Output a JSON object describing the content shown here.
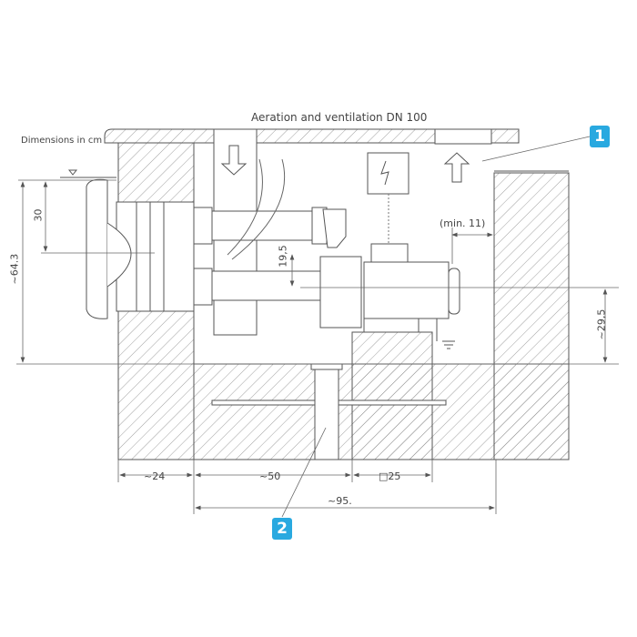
{
  "title": "Aeration and ventilation DN 100",
  "units_note": "Dimensions in cm",
  "dimensions": {
    "total_height": "~64.3",
    "water_to_center": "30",
    "pipe_spacing": "19,5",
    "pump_axis_height": "~29,5",
    "min_clearance": "(min. 11)",
    "wall_width": "~24",
    "pit_to_base": "~50",
    "base_size": "□25",
    "overall_width": "~95."
  },
  "callouts": [
    {
      "label": "1"
    },
    {
      "label": "2"
    }
  ],
  "colors": {
    "badge": "#29a9e0",
    "line": "#555555"
  }
}
